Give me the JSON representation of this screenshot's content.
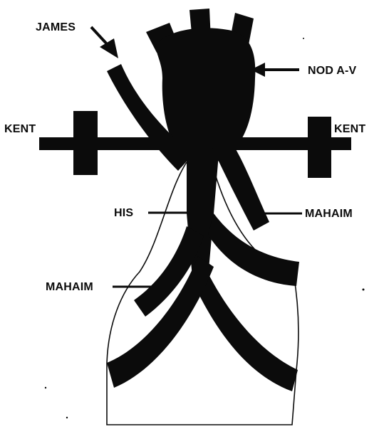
{
  "diagram": {
    "labels": {
      "james": "JAMES",
      "nod_av": "NOD A-V",
      "kent_left": "KENT",
      "kent_right": "KENT",
      "his": "HIS",
      "mahaim_right": "MAHAIM",
      "mahaim_left": "MAHAIM"
    },
    "colors": {
      "ink": "#0b0b0b",
      "background": "#ffffff"
    }
  }
}
